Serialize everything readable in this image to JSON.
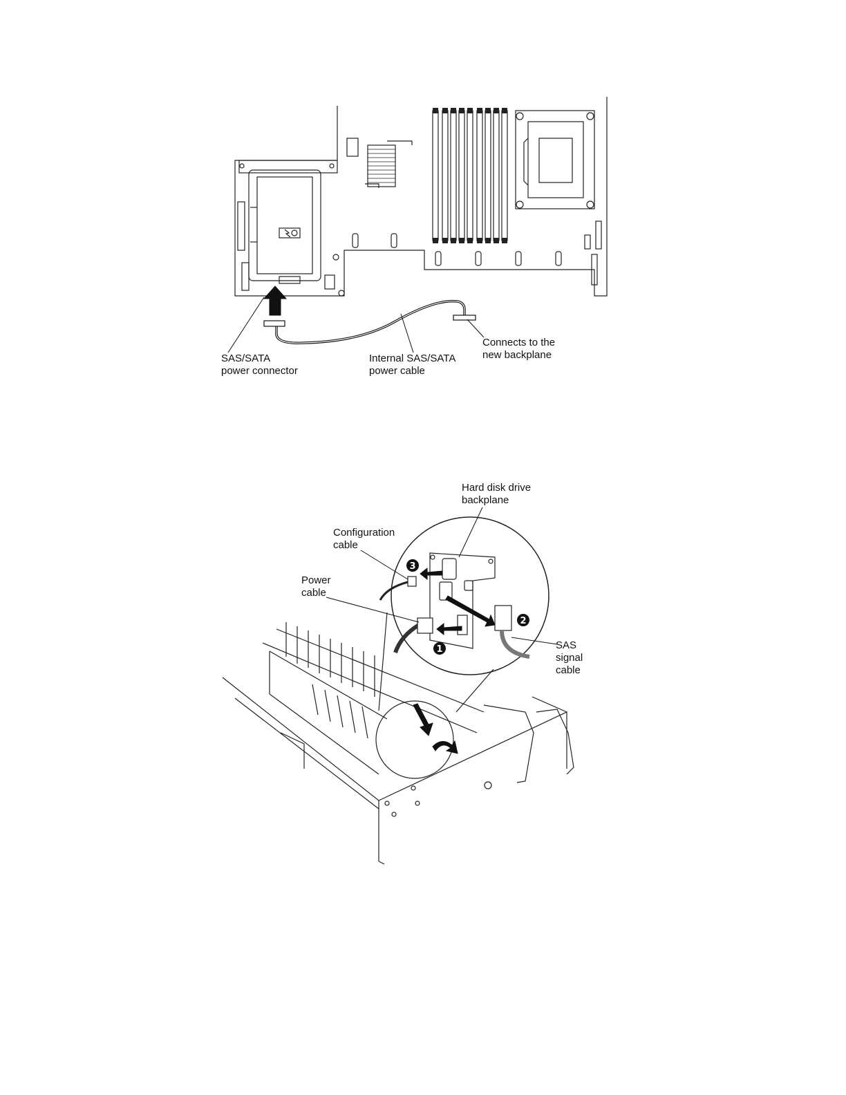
{
  "figure1": {
    "labels": {
      "sas_sata_connector": [
        "SAS/SATA",
        "power connector"
      ],
      "internal_cable": [
        "Internal SAS/SATA",
        "power cable"
      ],
      "connects_backplane": [
        "Connects to the",
        "new backplane"
      ]
    }
  },
  "figure2": {
    "labels": {
      "hdd_backplane": [
        "Hard disk drive",
        "backplane"
      ],
      "configuration_cable": [
        "Configuration",
        "cable"
      ],
      "power_cable": [
        "Power",
        "cable"
      ],
      "sas_signal_cable": [
        "SAS",
        "signal",
        "cable"
      ]
    },
    "callouts": [
      "1",
      "2",
      "3"
    ]
  }
}
